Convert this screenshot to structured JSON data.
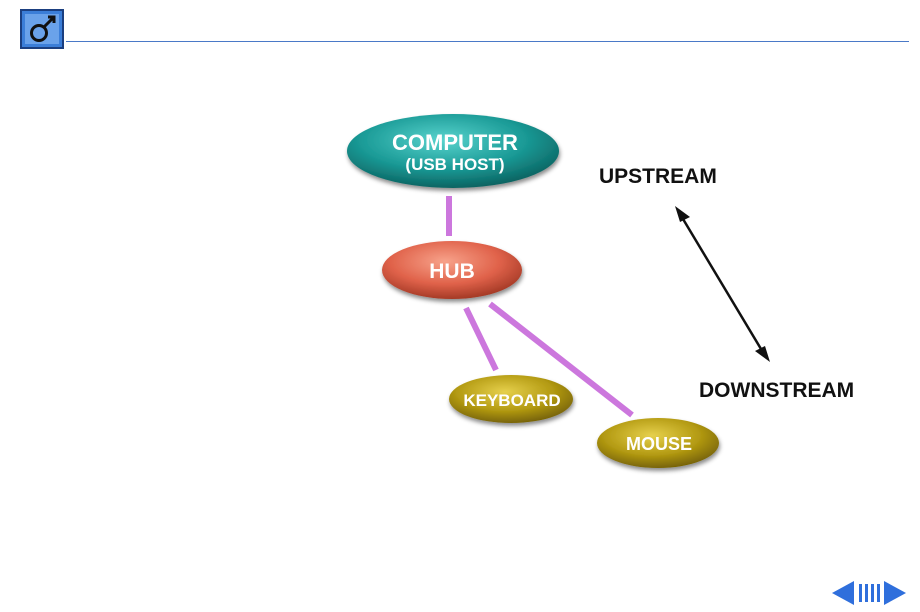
{
  "colors": {
    "rule": "#4a79c7",
    "computer": "#1a9a96",
    "hub": "#e0624a",
    "device": "#b39a12",
    "link": "#cc77dd",
    "nav": "#2f6fdc"
  },
  "icons": {
    "logo": "apple-manual-logo-icon",
    "prev": "triangle-left-icon",
    "index": "vertical-bars-icon",
    "next": "triangle-right-icon"
  },
  "diagram": {
    "computer": {
      "line1": "COMPUTER",
      "line2": "(USB HOST)"
    },
    "hub": {
      "label": "HUB"
    },
    "keyboard": {
      "label": "KEYBOARD"
    },
    "mouse": {
      "label": "MOUSE"
    },
    "upstream": "UPSTREAM",
    "downstream": "DOWNSTREAM"
  }
}
